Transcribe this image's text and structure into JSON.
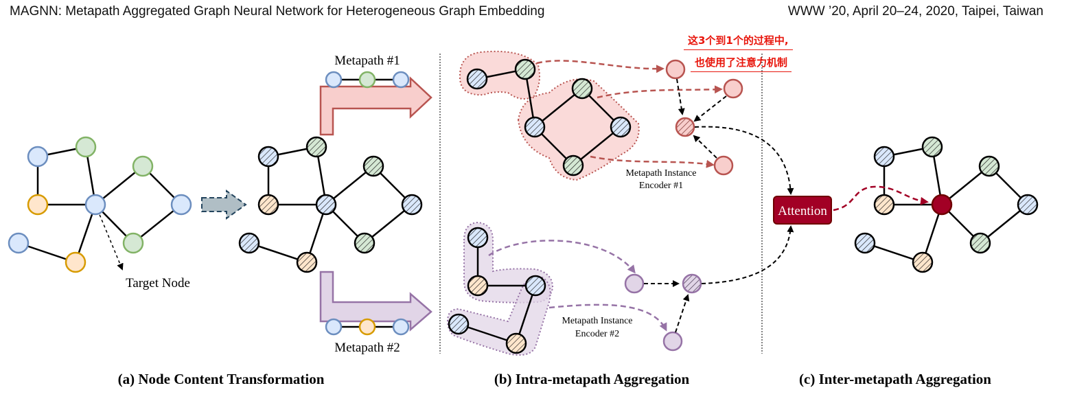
{
  "header": {
    "left": "MAGNN: Metapath Aggregated Graph Neural Network for Heterogeneous Graph Embedding",
    "right": "WWW ’20, April 20–24, 2020, Taipei, Taiwan"
  },
  "figure": {
    "metapath1": "Metapath #1",
    "metapath2": "Metapath #2",
    "target_node": "Target Node",
    "encoder1_line1": "Metapath Instance",
    "encoder1_line2": "Encoder #1",
    "encoder2_line1": "Metapath Instance",
    "encoder2_line2": "Encoder #2",
    "attention": "Attention",
    "annotation_line1": "这3个到1个的过程中,",
    "annotation_line2": "也使用了注意力机制"
  },
  "captions": {
    "a": "(a) Node Content Transformation",
    "b": "(b) Intra-metapath Aggregation",
    "c": "(c) Inter-metapath Aggregation"
  },
  "colors": {
    "blue_fill": "#dae8fc",
    "blue_stroke": "#6c8ebf",
    "green_fill": "#d5e8d4",
    "green_stroke": "#82b366",
    "orange_fill": "#ffe6cc",
    "orange_stroke": "#d79b00",
    "red_fill": "#f8cecc",
    "red_stroke": "#b85450",
    "purple_fill": "#e1d5e7",
    "purple_stroke": "#9673a6",
    "attention_fill": "#a20025",
    "annotation": "#e8160c"
  }
}
